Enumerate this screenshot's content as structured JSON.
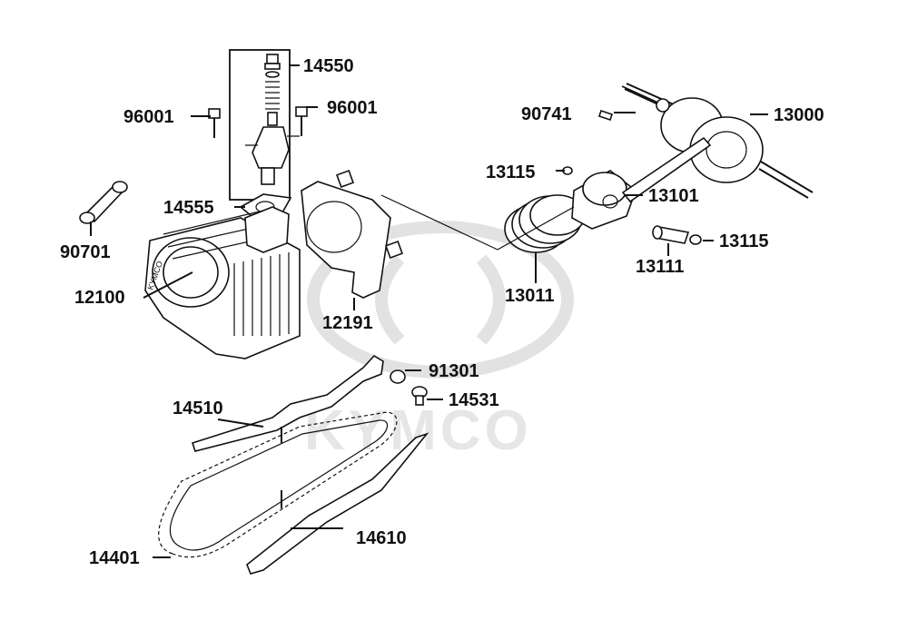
{
  "diagram": {
    "watermark": "KYMCO",
    "cylinder_marking": "KYMCO",
    "parts": [
      {
        "id": "14550",
        "label": "14550"
      },
      {
        "id": "96001-left",
        "label": "96001"
      },
      {
        "id": "96001-right",
        "label": "96001"
      },
      {
        "id": "90741",
        "label": "90741"
      },
      {
        "id": "13000",
        "label": "13000"
      },
      {
        "id": "13115-top",
        "label": "13115"
      },
      {
        "id": "13101",
        "label": "13101"
      },
      {
        "id": "14555",
        "label": "14555"
      },
      {
        "id": "90701",
        "label": "90701"
      },
      {
        "id": "13115-right",
        "label": "13115"
      },
      {
        "id": "13111",
        "label": "13111"
      },
      {
        "id": "13011",
        "label": "13011"
      },
      {
        "id": "12100",
        "label": "12100"
      },
      {
        "id": "12191",
        "label": "12191"
      },
      {
        "id": "91301",
        "label": "91301"
      },
      {
        "id": "14531",
        "label": "14531"
      },
      {
        "id": "14510",
        "label": "14510"
      },
      {
        "id": "14610",
        "label": "14610"
      },
      {
        "id": "14401",
        "label": "14401"
      }
    ]
  }
}
